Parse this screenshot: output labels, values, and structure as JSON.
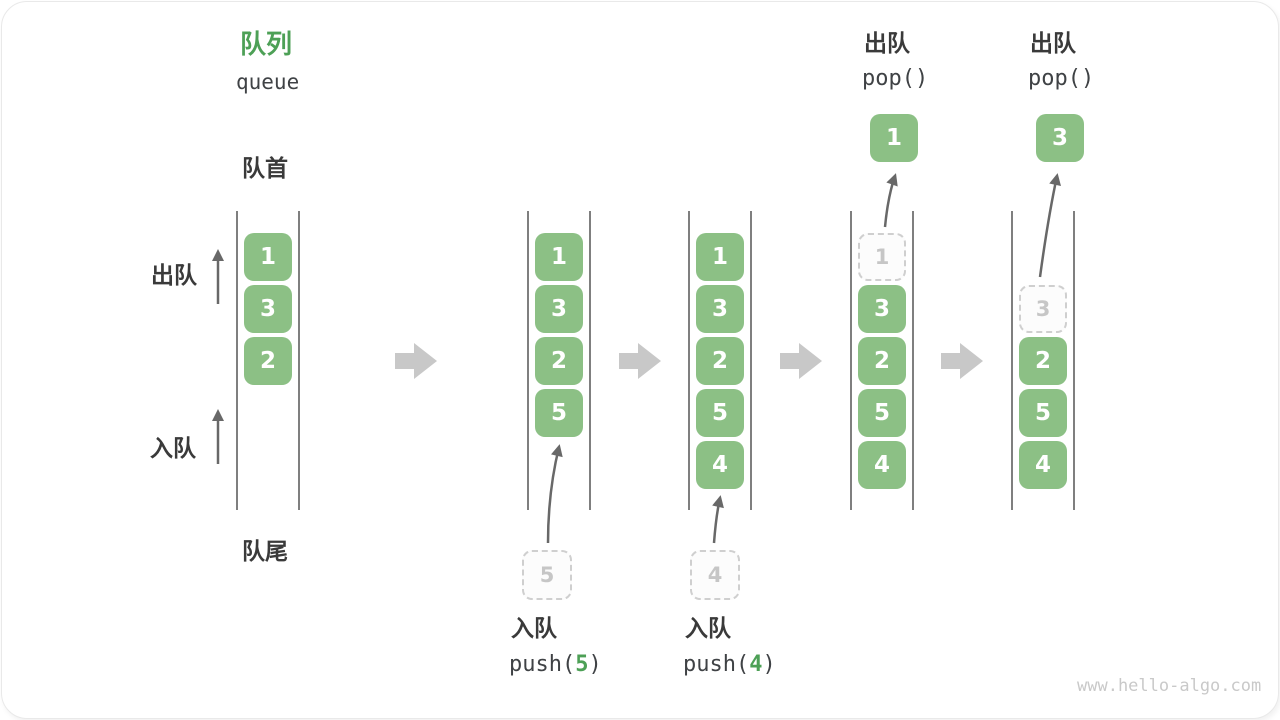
{
  "header": {
    "title_zh": "队列",
    "title_en": "queue"
  },
  "side_labels": {
    "front": "队首",
    "rear": "队尾",
    "dequeue": "出队",
    "enqueue": "入队"
  },
  "diagram": {
    "states": [
      {
        "cells": [
          {
            "v": "1"
          },
          {
            "v": "3"
          },
          {
            "v": "2"
          }
        ]
      },
      {
        "cells": [
          {
            "v": "1"
          },
          {
            "v": "3"
          },
          {
            "v": "2"
          },
          {
            "v": "5"
          }
        ],
        "staging": {
          "v": "5"
        },
        "op": {
          "zh": "入队",
          "fn": "push(",
          "arg": "5",
          "close": ")"
        }
      },
      {
        "cells": [
          {
            "v": "1"
          },
          {
            "v": "3"
          },
          {
            "v": "2"
          },
          {
            "v": "5"
          },
          {
            "v": "4"
          }
        ],
        "staging": {
          "v": "4"
        },
        "op": {
          "zh": "入队",
          "fn": "push(",
          "arg": "4",
          "close": ")"
        }
      },
      {
        "cells": [
          {
            "v": "1",
            "dashed": true
          },
          {
            "v": "3"
          },
          {
            "v": "2"
          },
          {
            "v": "5"
          },
          {
            "v": "4"
          }
        ],
        "popped": {
          "v": "1"
        },
        "op": {
          "zh": "出队",
          "code": "pop()"
        }
      },
      {
        "cells": [
          {
            "v": "3",
            "dashed": true
          },
          {
            "v": "2"
          },
          {
            "v": "5"
          },
          {
            "v": "4"
          }
        ],
        "popped": {
          "v": "3"
        },
        "op": {
          "zh": "出队",
          "code": "pop()"
        }
      }
    ]
  },
  "watermark": "www.hello-algo.com",
  "colors": {
    "box_green": "#8cc085",
    "accent_green": "#4da056",
    "text_dark": "#3a3a3a",
    "container_line": "#555555",
    "block_arrow": "#c8c8c8",
    "thin_arrow": "#686868",
    "dashed_border": "#cfcfcf",
    "watermark": "#c9c9c9"
  }
}
